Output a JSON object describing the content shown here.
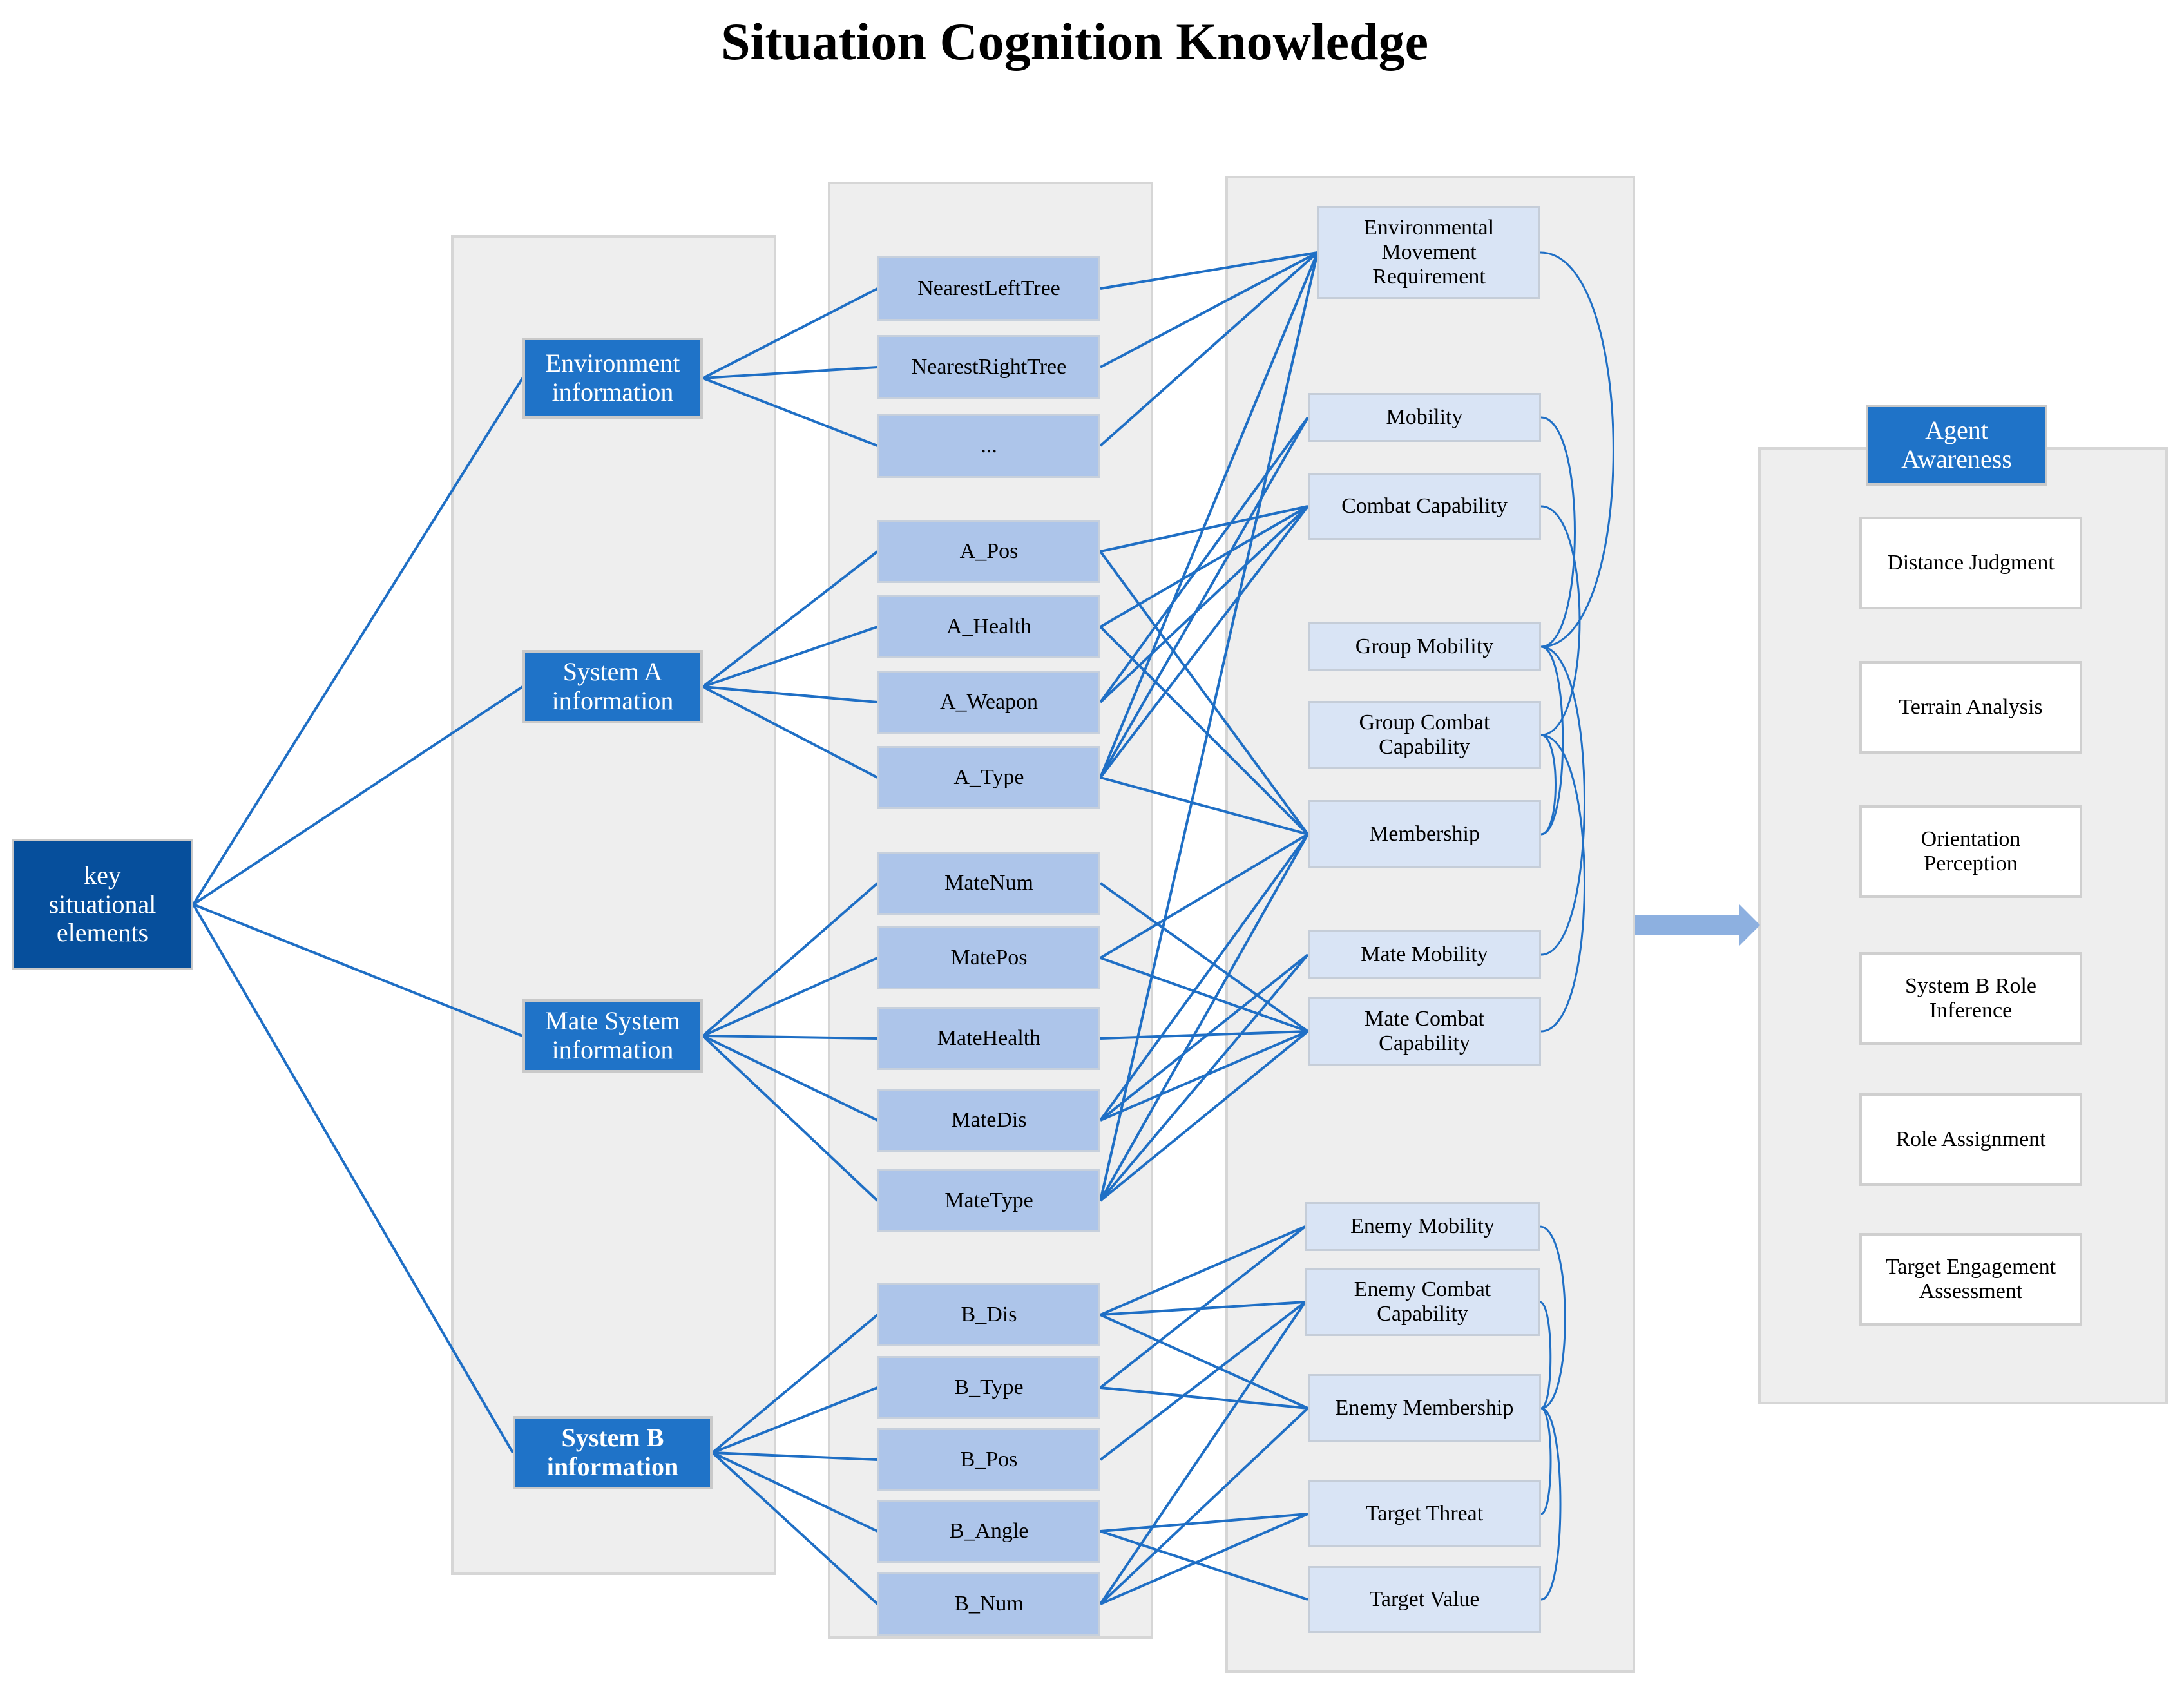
{
  "title": "Situation Cognition Knowledge",
  "root": {
    "label": "key\nsituational\nelements"
  },
  "categories": [
    {
      "id": "env",
      "label": "Environment\ninformation"
    },
    {
      "id": "sysA",
      "label": "System A\ninformation"
    },
    {
      "id": "mate",
      "label": "Mate System\ninformation"
    },
    {
      "id": "sysB",
      "label": "System B\ninformation"
    }
  ],
  "elements": [
    {
      "id": "nlt",
      "label": "NearestLeftTree"
    },
    {
      "id": "nrt",
      "label": "NearestRightTree"
    },
    {
      "id": "etc",
      "label": "..."
    },
    {
      "id": "apos",
      "label": "A_Pos"
    },
    {
      "id": "ahealth",
      "label": "A_Health"
    },
    {
      "id": "aweapon",
      "label": "A_Weapon"
    },
    {
      "id": "atype",
      "label": "A_Type"
    },
    {
      "id": "matenum",
      "label": "MateNum"
    },
    {
      "id": "matepos",
      "label": "MatePos"
    },
    {
      "id": "matehealth",
      "label": "MateHealth"
    },
    {
      "id": "matedis",
      "label": "MateDis"
    },
    {
      "id": "matetype",
      "label": "MateType"
    },
    {
      "id": "bdis",
      "label": "B_Dis"
    },
    {
      "id": "btype",
      "label": "B_Type"
    },
    {
      "id": "bpos",
      "label": "B_Pos"
    },
    {
      "id": "bangle",
      "label": "B_Angle"
    },
    {
      "id": "bnum",
      "label": "B_Num"
    }
  ],
  "knowledge": [
    {
      "id": "envmove",
      "label": "Environmental\nMovement\nRequirement"
    },
    {
      "id": "mobility",
      "label": "Mobility"
    },
    {
      "id": "combat",
      "label": "Combat Capability"
    },
    {
      "id": "groupmob",
      "label": "Group Mobility"
    },
    {
      "id": "groupcomb",
      "label": "Group Combat\nCapability"
    },
    {
      "id": "membership",
      "label": "Membership"
    },
    {
      "id": "matemob",
      "label": "Mate Mobility"
    },
    {
      "id": "matecomb",
      "label": "Mate Combat\nCapability"
    },
    {
      "id": "enemymob",
      "label": "Enemy Mobility"
    },
    {
      "id": "enemycomb",
      "label": "Enemy Combat\nCapability"
    },
    {
      "id": "enemymem",
      "label": "Enemy Membership"
    },
    {
      "id": "threat",
      "label": "Target Threat"
    },
    {
      "id": "value",
      "label": "Target Value"
    }
  ],
  "awareness": {
    "title": "Agent\nAwareness",
    "items": [
      "Distance Judgment",
      "Terrain Analysis",
      "Orientation\nPerception",
      "System B Role\nInference",
      "Role Assignment",
      "Target Engagement\nAssessment"
    ]
  },
  "colors": {
    "line": "#1f6fc5",
    "arrow": "#8db0e0"
  }
}
